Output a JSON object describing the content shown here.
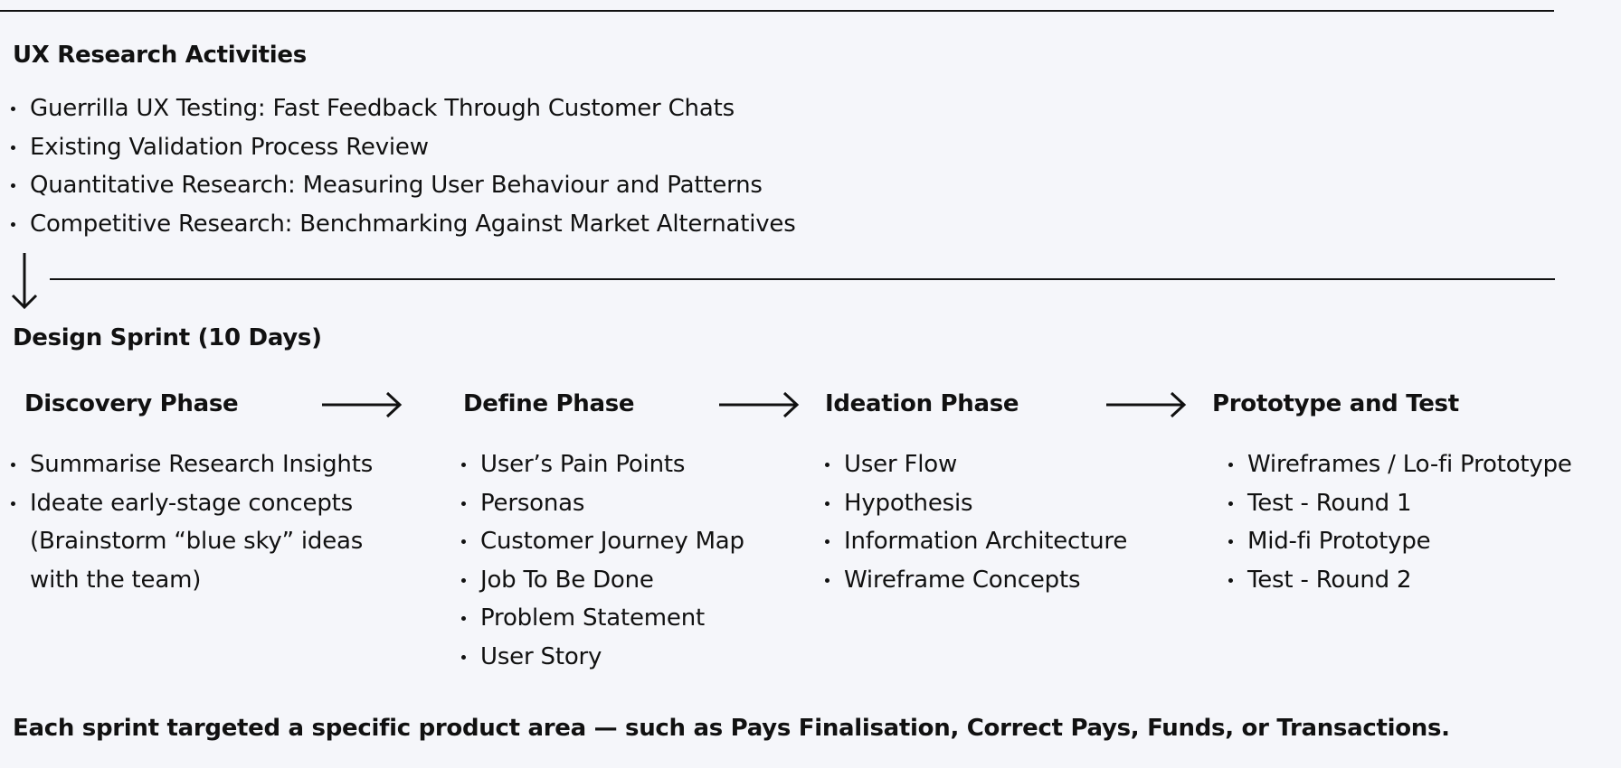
{
  "research": {
    "title": "UX Research Activities",
    "items": [
      "Guerrilla UX Testing: Fast Feedback Through Customer Chats",
      "Existing Validation Process Review",
      "Quantitative Research: Measuring User Behaviour and Patterns",
      "Competitive Research: Benchmarking Against Market Alternatives"
    ]
  },
  "sprint": {
    "title": "Design Sprint (10 Days)",
    "phases": [
      {
        "title": "Discovery Phase",
        "items": [
          "Summarise Research Insights",
          "Ideate early-stage concepts (Brainstorm “blue sky” ideas with the team)"
        ]
      },
      {
        "title": "Define Phase",
        "items": [
          "User’s Pain Points",
          "Personas",
          "Customer Journey Map",
          "Job To Be Done",
          "Problem Statement",
          "User Story"
        ]
      },
      {
        "title": "Ideation Phase",
        "items": [
          "User Flow",
          "Hypothesis",
          "Information Architecture",
          "Wireframe Concepts"
        ]
      },
      {
        "title": "Prototype and Test",
        "items": [
          "Wireframes / Lo-fi Prototype",
          "Test - Round 1",
          "Mid-fi Prototype",
          "Test - Round 2"
        ]
      }
    ]
  },
  "footer": "Each sprint targeted a specific product area — such as Pays Finalisation, Correct Pays, Funds, or Transactions.",
  "icons": {
    "down_arrow": "arrow-down-icon",
    "right_arrow": "arrow-right-icon"
  }
}
